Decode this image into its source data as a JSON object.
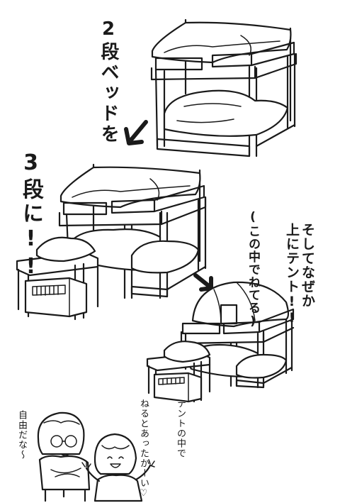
{
  "captions": {
    "step1": "2段ベッドを",
    "step2": "3段に!!",
    "tent_note": "(この中でねてる)",
    "tent_line1": "そしてなぜか",
    "tent_line2": "上にテント!!"
  },
  "dialogue": {
    "adult": "自由だな〜",
    "child_line1": "テントの中で",
    "child_line2": "ねるとあったかーい♡"
  }
}
